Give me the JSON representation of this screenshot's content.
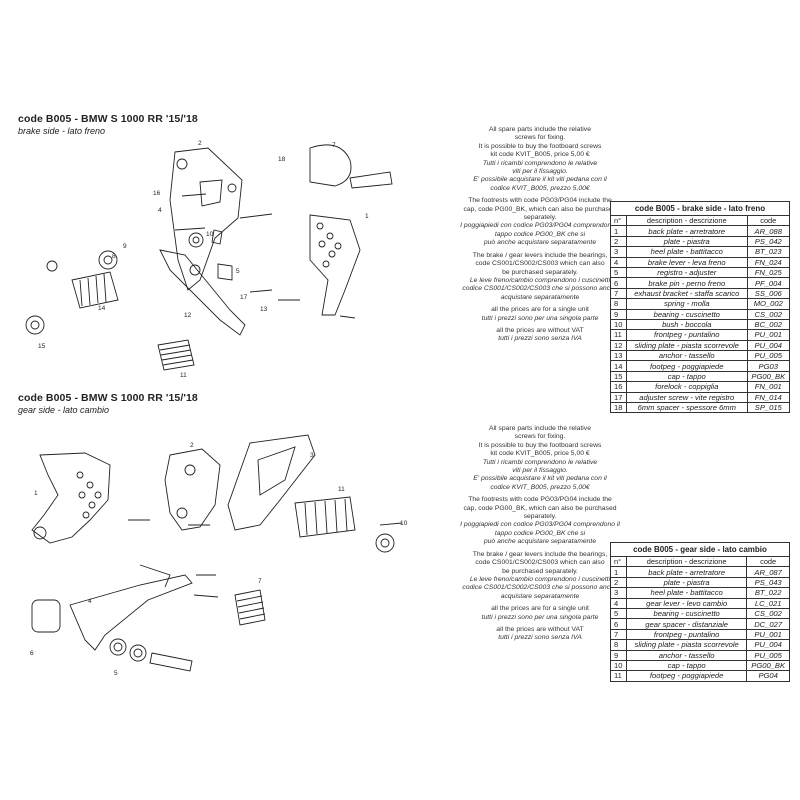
{
  "brake": {
    "code": "code B005 - BMW S 1000 RR '15/'18",
    "subtitle": "brake side - lato freno",
    "notes": {
      "n1": "All spare parts include the relative",
      "n2": "screws for fixing.",
      "n3": "It is possible to buy the footboard screws",
      "n4": "kit code KVIT_B005, price 5,00 €",
      "n5": "Tutti i ricambi comprendono le relative",
      "n6": "viti per il fissaggio.",
      "n7": "E' possibile acquistare il kit viti pedana con il",
      "n8": "codice KVIT_B005, prezzo 5,00€",
      "n9": "The footrests with code PG03/PG04 include the",
      "n10": "cap, code PG00_BK, which can also be purchased",
      "n11": "separately.",
      "n12": "I poggiapiedi con codice PG03/PG04 comprendono il",
      "n13": "tappo codice PG00_BK che si",
      "n14": "può anche acquistare separatamente",
      "n15": "The brake / gear levers include the bearings,",
      "n16": "code CS001/CS002/CS003 which can also",
      "n17": "be purchased separately.",
      "n18": "Le leve freno/cambio comprendono i cuscinetti",
      "n19": "codice CS001/CS002/CS003 che si possono anche",
      "n20": "acquistare separatamente",
      "n21": "all the prices are for a single unit",
      "n22": "tutti i prezzi sono per una singola parte",
      "n23": "all the prices are without VAT",
      "n24": "tutti i prezzi sono senza IVA"
    },
    "table": {
      "title": "code B005 - brake side - lato freno",
      "h_n": "n°",
      "h_desc": "description - descrizione",
      "h_code": "code",
      "rows": [
        {
          "n": "1",
          "d": "back plate - arretratore",
          "c": "AR_088"
        },
        {
          "n": "2",
          "d": "plate - piastra",
          "c": "PS_042"
        },
        {
          "n": "3",
          "d": "heel plate - battitacco",
          "c": "BT_023"
        },
        {
          "n": "4",
          "d": "brake lever - leva freno",
          "c": "FN_024"
        },
        {
          "n": "5",
          "d": "registro - adjuster",
          "c": "FN_025"
        },
        {
          "n": "6",
          "d": "brake pin - perno freno",
          "c": "PF_004"
        },
        {
          "n": "7",
          "d": "exhaust bracket - staffa scarico",
          "c": "SS_006"
        },
        {
          "n": "8",
          "d": "spring - molla",
          "c": "MO_002"
        },
        {
          "n": "9",
          "d": "bearing - cuscinetto",
          "c": "CS_002"
        },
        {
          "n": "10",
          "d": "bush - boccola",
          "c": "BC_002"
        },
        {
          "n": "11",
          "d": "frontpeg - puntalino",
          "c": "PU_001"
        },
        {
          "n": "12",
          "d": "sliding plate - piasta scorrevole",
          "c": "PU_004"
        },
        {
          "n": "13",
          "d": "anchor - tassello",
          "c": "PU_005"
        },
        {
          "n": "14",
          "d": "footpeg - poggiapiede",
          "c": "PG03"
        },
        {
          "n": "15",
          "d": "cap - tappo",
          "c": "PG00_BK"
        },
        {
          "n": "16",
          "d": "forelock - coppiglia",
          "c": "FN_001"
        },
        {
          "n": "17",
          "d": "adjuster screw - vite registro",
          "c": "FN_014"
        },
        {
          "n": "18",
          "d": "6mm spacer - spessore 6mm",
          "c": "SP_015"
        }
      ]
    }
  },
  "gear": {
    "code": "code B005 - BMW S 1000 RR '15/'18",
    "subtitle": "gear side - lato cambio",
    "notes": {
      "n1": "All spare parts include the relative",
      "n2": "screws for fixing.",
      "n3": "It is possible to buy the footboard screws",
      "n4": "kit code KVIT_B005, price 5,00 €",
      "n5": "Tutti i ricambi comprendono le relative",
      "n6": "viti per il fissaggio.",
      "n7": "E' possibile acquistare il kit viti pedana con il",
      "n8": "codice KVIT_B005, prezzo 5,00€",
      "n9": "The footrests with code PG03/PG04 include the",
      "n10": "cap, code PG00_BK, which can also be purchased",
      "n11": "separately.",
      "n12": "I poggiapiedi con codice PG03/PG04 comprendono il",
      "n13": "tappo codice PG00_BK che si",
      "n14": "può anche acquistare separatamente",
      "n15": "The brake / gear levers include the bearings,",
      "n16": "code CS001/CS002/CS003 which can also",
      "n17": "be purchased separately.",
      "n18": "Le leve freno/cambio comprendono i cuscinetti",
      "n19": "codice CS001/CS002/CS003 che si possono anche",
      "n20": "acquistare separatamente",
      "n21": "all the prices are for a single unit",
      "n22": "tutti i prezzi sono per una singola parte",
      "n23": "all the prices are without VAT",
      "n24": "tutti i prezzi sono senza IVA"
    },
    "table": {
      "title": "code B005 - gear side - lato cambio",
      "h_n": "n°",
      "h_desc": "description - descrizione",
      "h_code": "code",
      "rows": [
        {
          "n": "1",
          "d": "back plate - arretratore",
          "c": "AR_087"
        },
        {
          "n": "2",
          "d": "plate - piastra",
          "c": "PS_043"
        },
        {
          "n": "3",
          "d": "heel plate - battitacco",
          "c": "BT_022"
        },
        {
          "n": "4",
          "d": "gear lever - levo cambio",
          "c": "LC_021"
        },
        {
          "n": "5",
          "d": "bearing - cuscinetto",
          "c": "CS_002"
        },
        {
          "n": "6",
          "d": "gear spacer - distanziale",
          "c": "DC_027"
        },
        {
          "n": "7",
          "d": "frontpeg - puntalino",
          "c": "PU_001"
        },
        {
          "n": "8",
          "d": "sliding plate - piasta scorrevole",
          "c": "PU_004"
        },
        {
          "n": "9",
          "d": "anchor - tassello",
          "c": "PU_005"
        },
        {
          "n": "10",
          "d": "cap - tappo",
          "c": "PG00_BK"
        },
        {
          "n": "11",
          "d": "footpeg - poggiapiede",
          "c": "PG04"
        }
      ]
    }
  }
}
